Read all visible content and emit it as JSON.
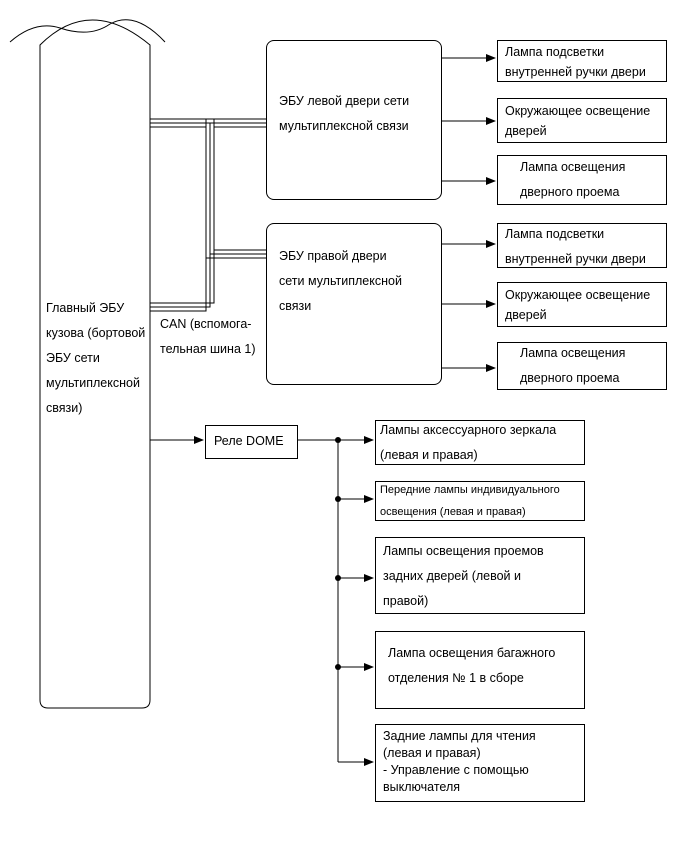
{
  "main_ecu": {
    "lines": [
      "Главный ЭБУ",
      "кузова (бортовой",
      "ЭБУ сети",
      "мультиплексной",
      "связи)"
    ]
  },
  "can_label": {
    "lines": [
      "CAN (вспомога-",
      "тельная шина 1)"
    ]
  },
  "left_door_ecu": {
    "lines": [
      "ЭБУ левой двери сети",
      "мультиплексной связи"
    ]
  },
  "right_door_ecu": {
    "lines": [
      "ЭБУ правой двери",
      "сети мультиплексной",
      "связи"
    ]
  },
  "left_outputs": [
    {
      "lines": [
        "Лампа подсветки",
        "внутренней ручки двери"
      ]
    },
    {
      "lines": [
        "Окружающее освещение",
        "дверей"
      ]
    },
    {
      "lines": [
        "Лампа освещения",
        "дверного проема"
      ]
    }
  ],
  "right_outputs": [
    {
      "lines": [
        "Лампа подсветки",
        "внутренней ручки двери"
      ]
    },
    {
      "lines": [
        "Окружающее освещение",
        "дверей"
      ]
    },
    {
      "lines": [
        "Лампа освещения",
        "дверного проема"
      ]
    }
  ],
  "dome_relay": {
    "label": "Реле DOME"
  },
  "dome_outputs": [
    {
      "lines": [
        "Лампы аксессуарного зеркала",
        "(левая и правая)"
      ]
    },
    {
      "lines": [
        "Передние лампы индивидуального",
        "освещения (левая и правая)"
      ]
    },
    {
      "lines": [
        "Лампы освещения проемов",
        "задних дверей (левой и",
        "правой)"
      ]
    },
    {
      "lines": [
        "Лампа освещения багажного",
        "отделения № 1 в сборе"
      ]
    },
    {
      "lines": [
        "Задние лампы для чтения",
        "(левая и правая)",
        "- Управление с помощью",
        "выключателя"
      ]
    }
  ]
}
